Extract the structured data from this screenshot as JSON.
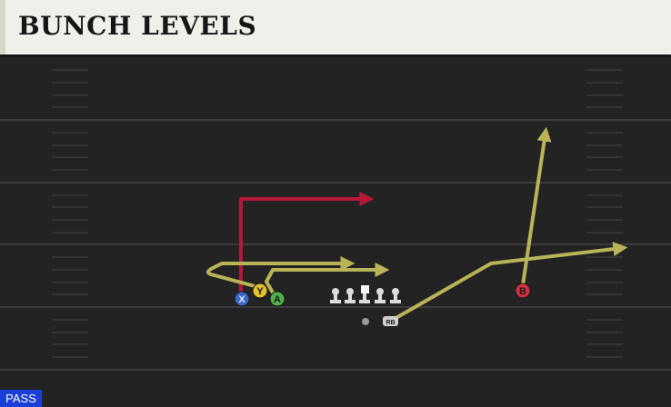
{
  "header": {
    "title": "BUNCH LEVELS"
  },
  "play_type": "PASS",
  "players": [
    {
      "label": "X",
      "color": "#3a66c8",
      "text": "#e8e8e8"
    },
    {
      "label": "Y",
      "color": "#e4c12a",
      "text": "#1a1a1a"
    },
    {
      "label": "A",
      "color": "#52b04a",
      "text": "#1a1a1a"
    },
    {
      "label": "B",
      "color": "#d2313d",
      "text": "#e8e8e8"
    },
    {
      "label": "RB",
      "color": "#cfcfcf",
      "text": "#1a1a1a"
    }
  ],
  "route_colors": {
    "primary": "#b8173a",
    "secondary": "#b9b457"
  }
}
